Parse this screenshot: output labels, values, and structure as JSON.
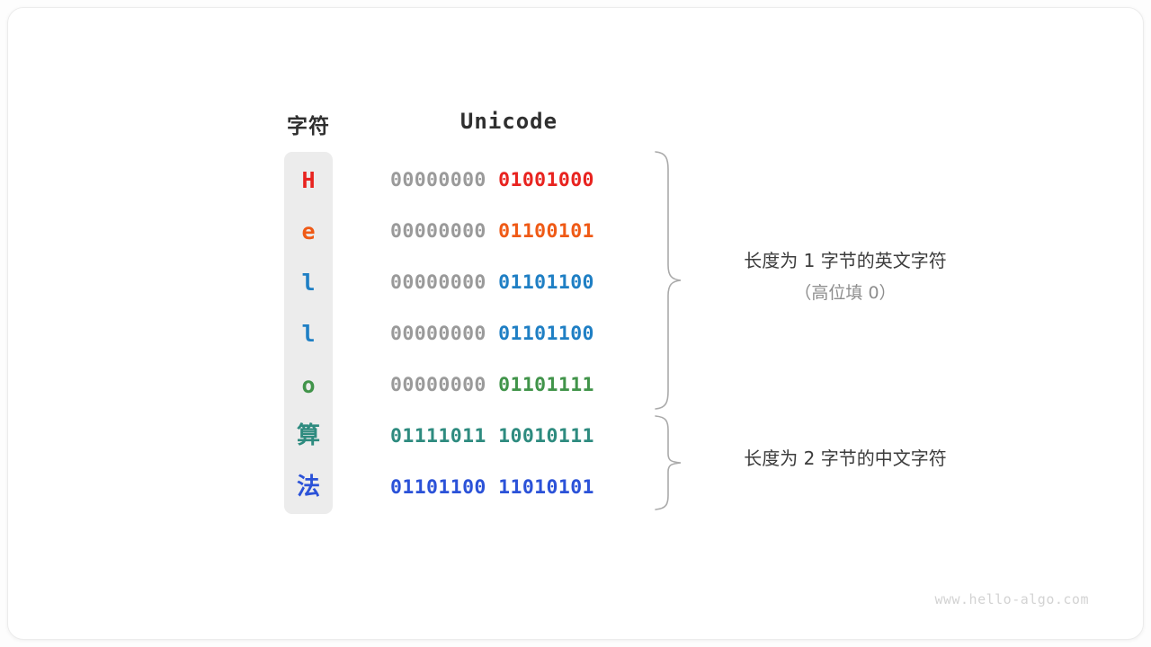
{
  "table": {
    "headers": {
      "character": "字符",
      "unicode": "Unicode"
    },
    "rows": [
      {
        "char": "H",
        "color": "#e8231f",
        "high_byte": "00000000",
        "low_byte": "01001000",
        "cjk": false
      },
      {
        "char": "e",
        "color": "#ef5a16",
        "high_byte": "00000000",
        "low_byte": "01100101",
        "cjk": false
      },
      {
        "char": "l",
        "color": "#1f7fc4",
        "high_byte": "00000000",
        "low_byte": "01101100",
        "cjk": false
      },
      {
        "char": "l",
        "color": "#1f7fc4",
        "high_byte": "00000000",
        "low_byte": "01101100",
        "cjk": false
      },
      {
        "char": "o",
        "color": "#41944a",
        "high_byte": "00000000",
        "low_byte": "01101111",
        "cjk": false
      },
      {
        "char": "算",
        "color": "#2e8b7f",
        "high_byte": "01111011",
        "low_byte": "10010111",
        "cjk": true
      },
      {
        "char": "法",
        "color": "#2b52d8",
        "high_byte": "01101100",
        "low_byte": "11010101",
        "cjk": true
      }
    ],
    "high_byte_color": "#9a9a9a",
    "column_background": "#ececec"
  },
  "annotations": [
    {
      "text": "长度为 1 字节的英文字符",
      "subtext": "（高位填 0）"
    },
    {
      "text": "长度为 2 字节的中文字符",
      "subtext": ""
    }
  ],
  "watermark": "www.hello-algo.com"
}
